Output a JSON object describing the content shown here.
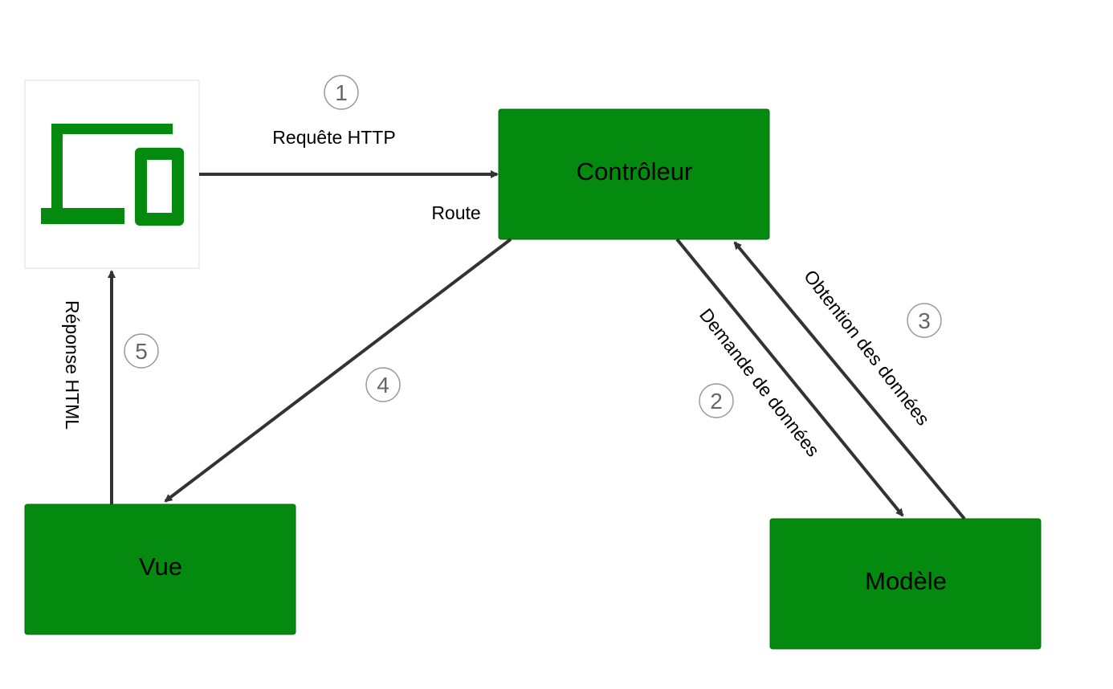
{
  "nodes": {
    "controller": {
      "label": "Contrôleur"
    },
    "view": {
      "label": "Vue"
    },
    "model": {
      "label": "Modèle"
    },
    "client": {
      "icon": "laptop-phone-icon"
    }
  },
  "edges": {
    "request": {
      "label": "Requête HTTP",
      "sublabel": "Route",
      "step": "1"
    },
    "data_request": {
      "label": "Demande de données",
      "step": "2"
    },
    "data_obtain": {
      "label": "Obtention des données",
      "step": "3"
    },
    "to_view": {
      "step": "4"
    },
    "response": {
      "label": "Réponse HTML",
      "step": "5"
    }
  },
  "colors": {
    "box_fill": "#058a10",
    "box_border": "#0a6a12",
    "arrow": "#333333",
    "client_bg": "#ffffff",
    "client_border": "#dddddd"
  }
}
